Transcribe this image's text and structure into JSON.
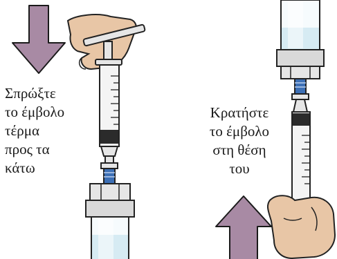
{
  "left_step": {
    "instruction_lines": "Σπρώξτε\nτο έμβολο\nτέρμα\nπρος τα\nκάτω",
    "arrow_direction": "down",
    "arrow_color": "#a88aa4"
  },
  "right_step": {
    "instruction_lines": "Κρατήστε\nτο έμβολο\nστη θέση\nτου",
    "arrow_direction": "up",
    "arrow_color": "#a88aa4"
  },
  "illustration": {
    "syringe_color": "#e6e6e6",
    "adapter_color": "#3c6fb5",
    "vial_liquid_color": "#d6ebf3",
    "hand_color": "#e8c6a6"
  }
}
